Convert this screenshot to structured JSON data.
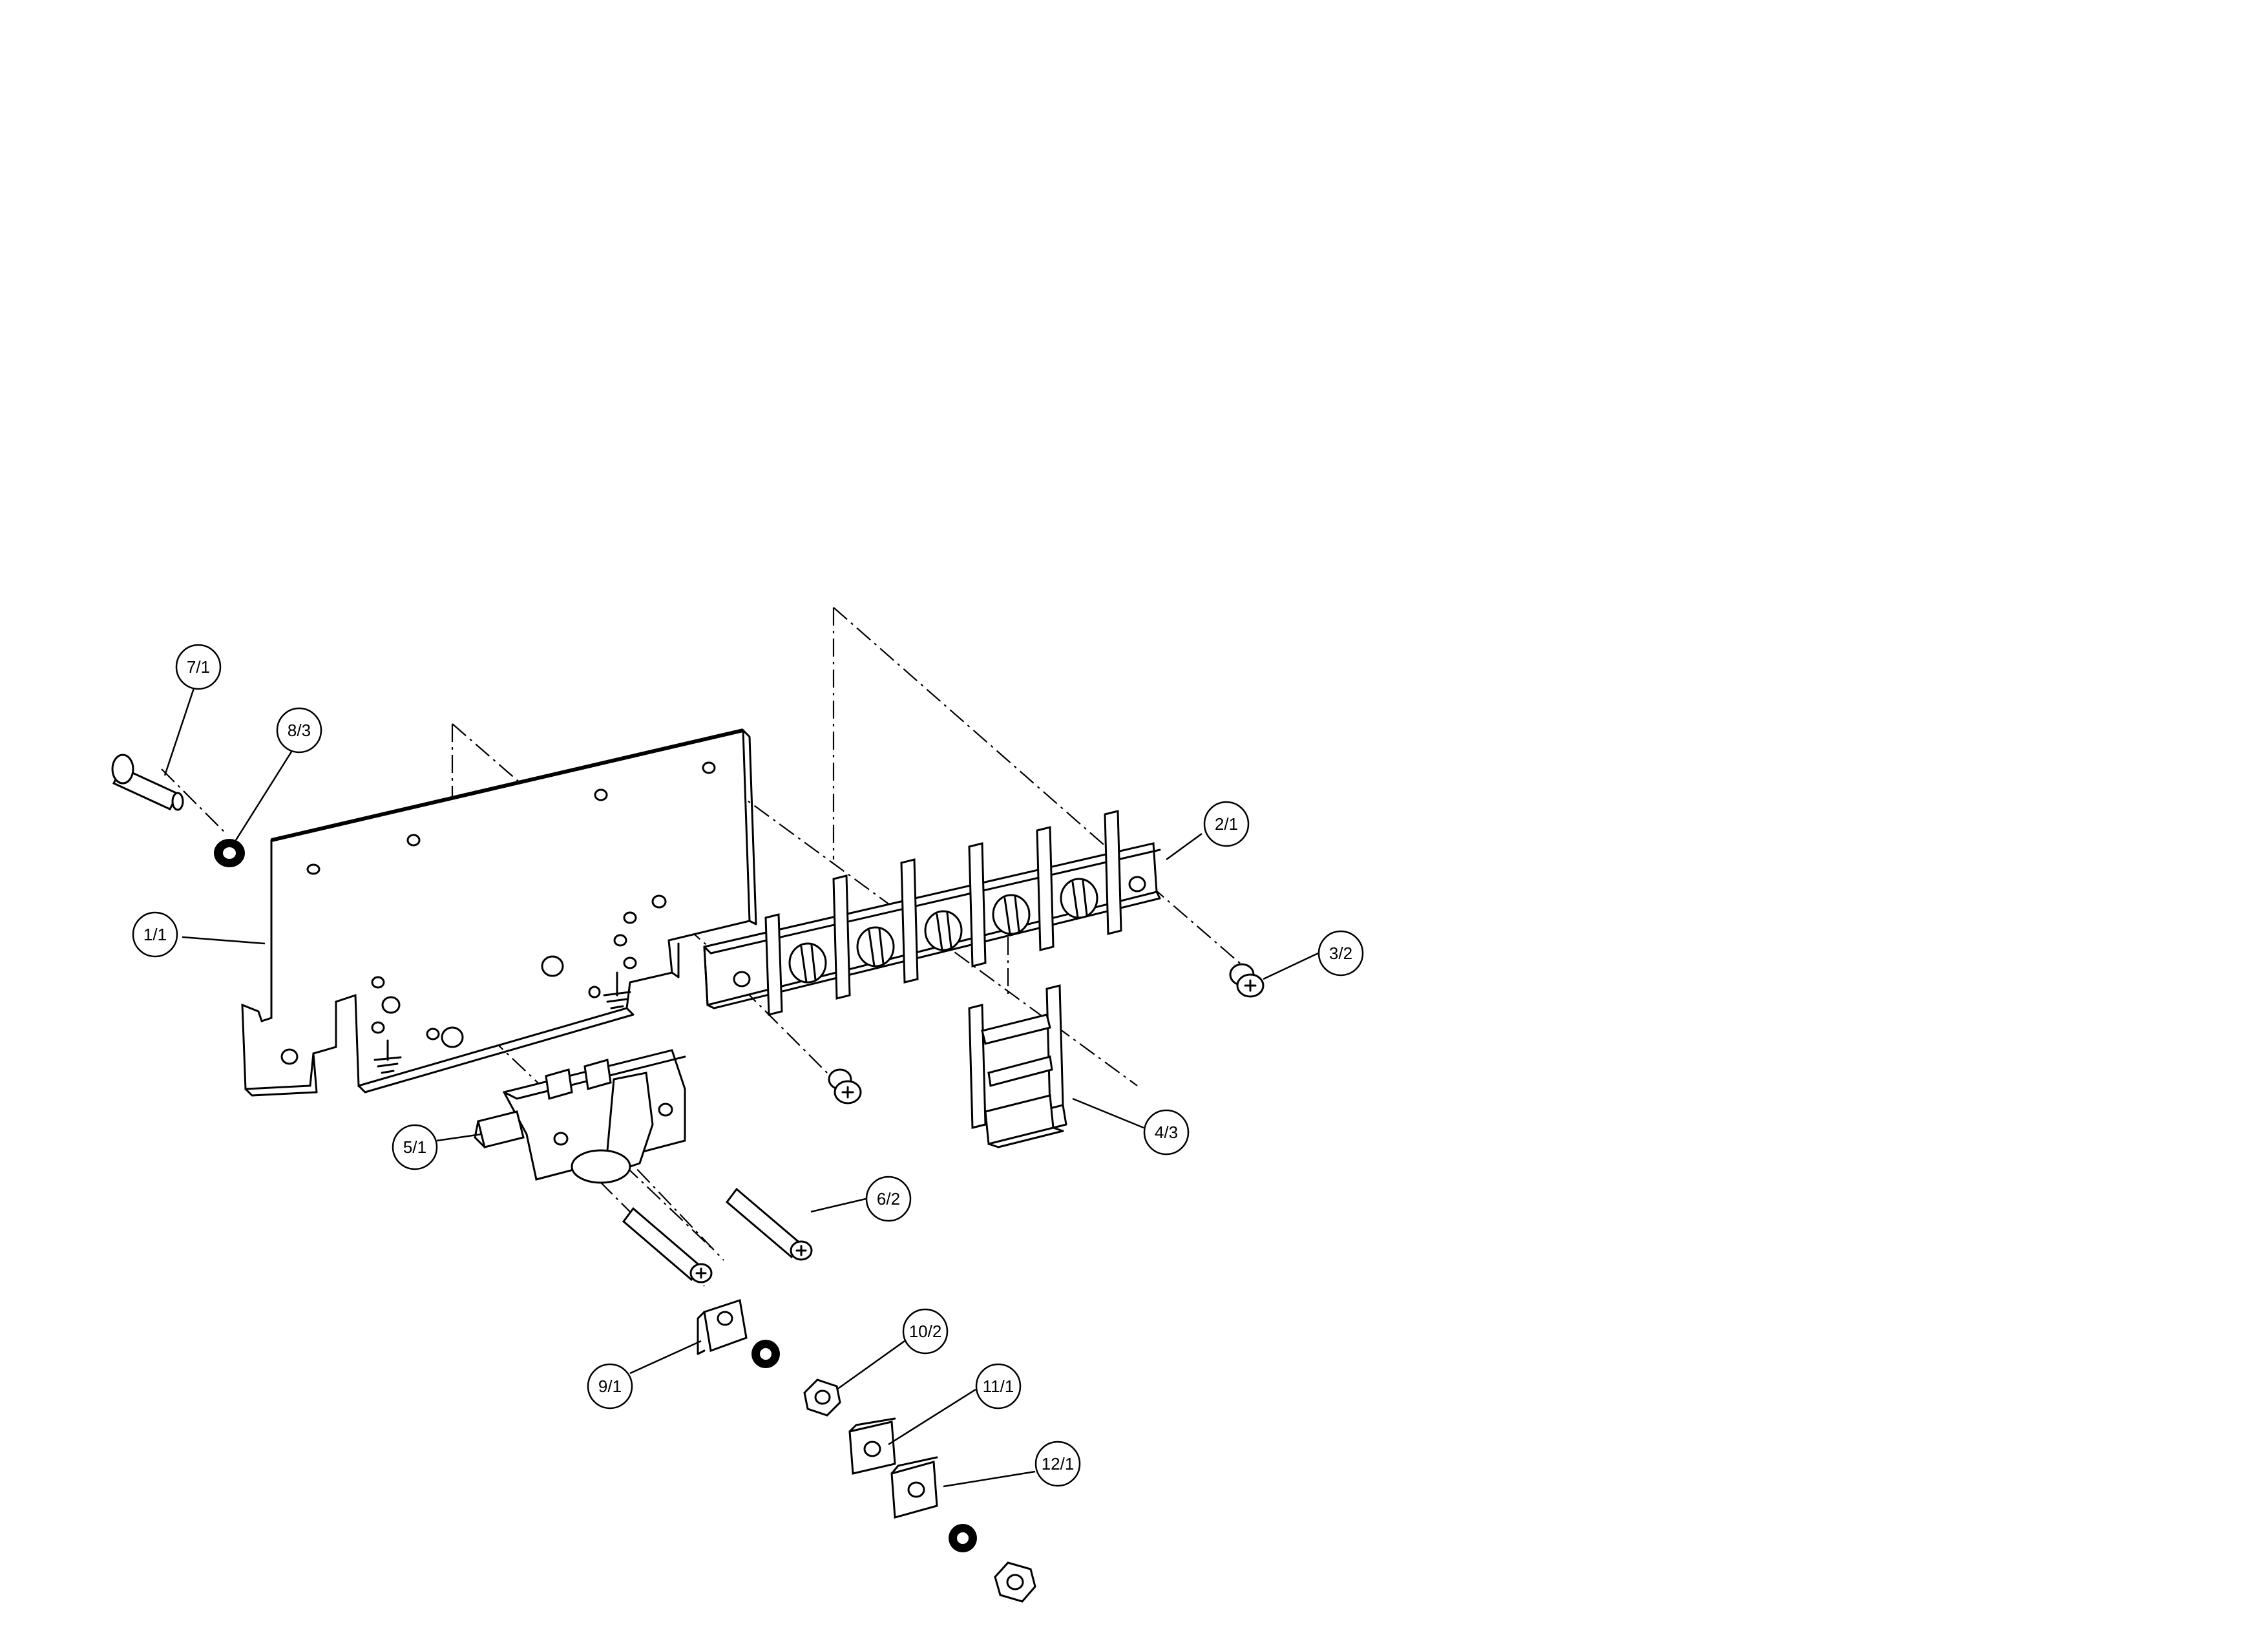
{
  "callouts": [
    {
      "id": "c71",
      "label": "7/1"
    },
    {
      "id": "c83",
      "label": "8/3"
    },
    {
      "id": "c11",
      "label": "1/1"
    },
    {
      "id": "c21",
      "label": "2/1"
    },
    {
      "id": "c32",
      "label": "3/2"
    },
    {
      "id": "c43",
      "label": "4/3"
    },
    {
      "id": "c51",
      "label": "5/1"
    },
    {
      "id": "c62",
      "label": "6/2"
    },
    {
      "id": "c91",
      "label": "9/1"
    },
    {
      "id": "c102",
      "label": "10/2"
    },
    {
      "id": "c111",
      "label": "11/1"
    },
    {
      "id": "c121",
      "label": "12/1"
    }
  ]
}
